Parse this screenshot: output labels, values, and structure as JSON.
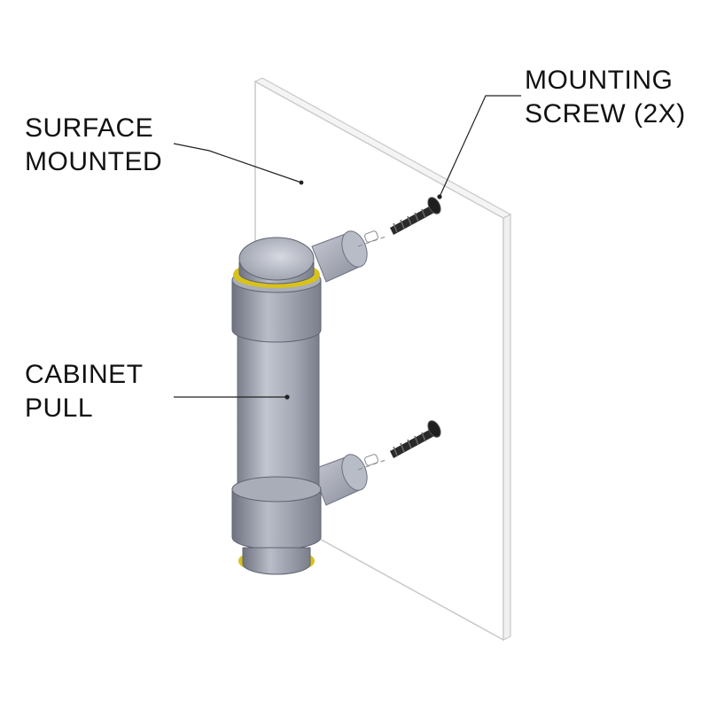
{
  "labels": {
    "surface": {
      "line1": "SURFACE",
      "line2": "MOUNTED"
    },
    "screw": {
      "line1": "MOUNTING",
      "line2": "SCREW (2X)"
    },
    "pull": {
      "line1": "CABINET",
      "line2": "PULL"
    }
  },
  "colors": {
    "panel_edge": "#c8c8c8",
    "metal_light": "#c9ccd6",
    "metal_mid": "#9fa3b0",
    "metal_dark": "#6e7280",
    "ring": "#d8c21a",
    "screw": "#2a2a2a",
    "leader": "#222222"
  }
}
